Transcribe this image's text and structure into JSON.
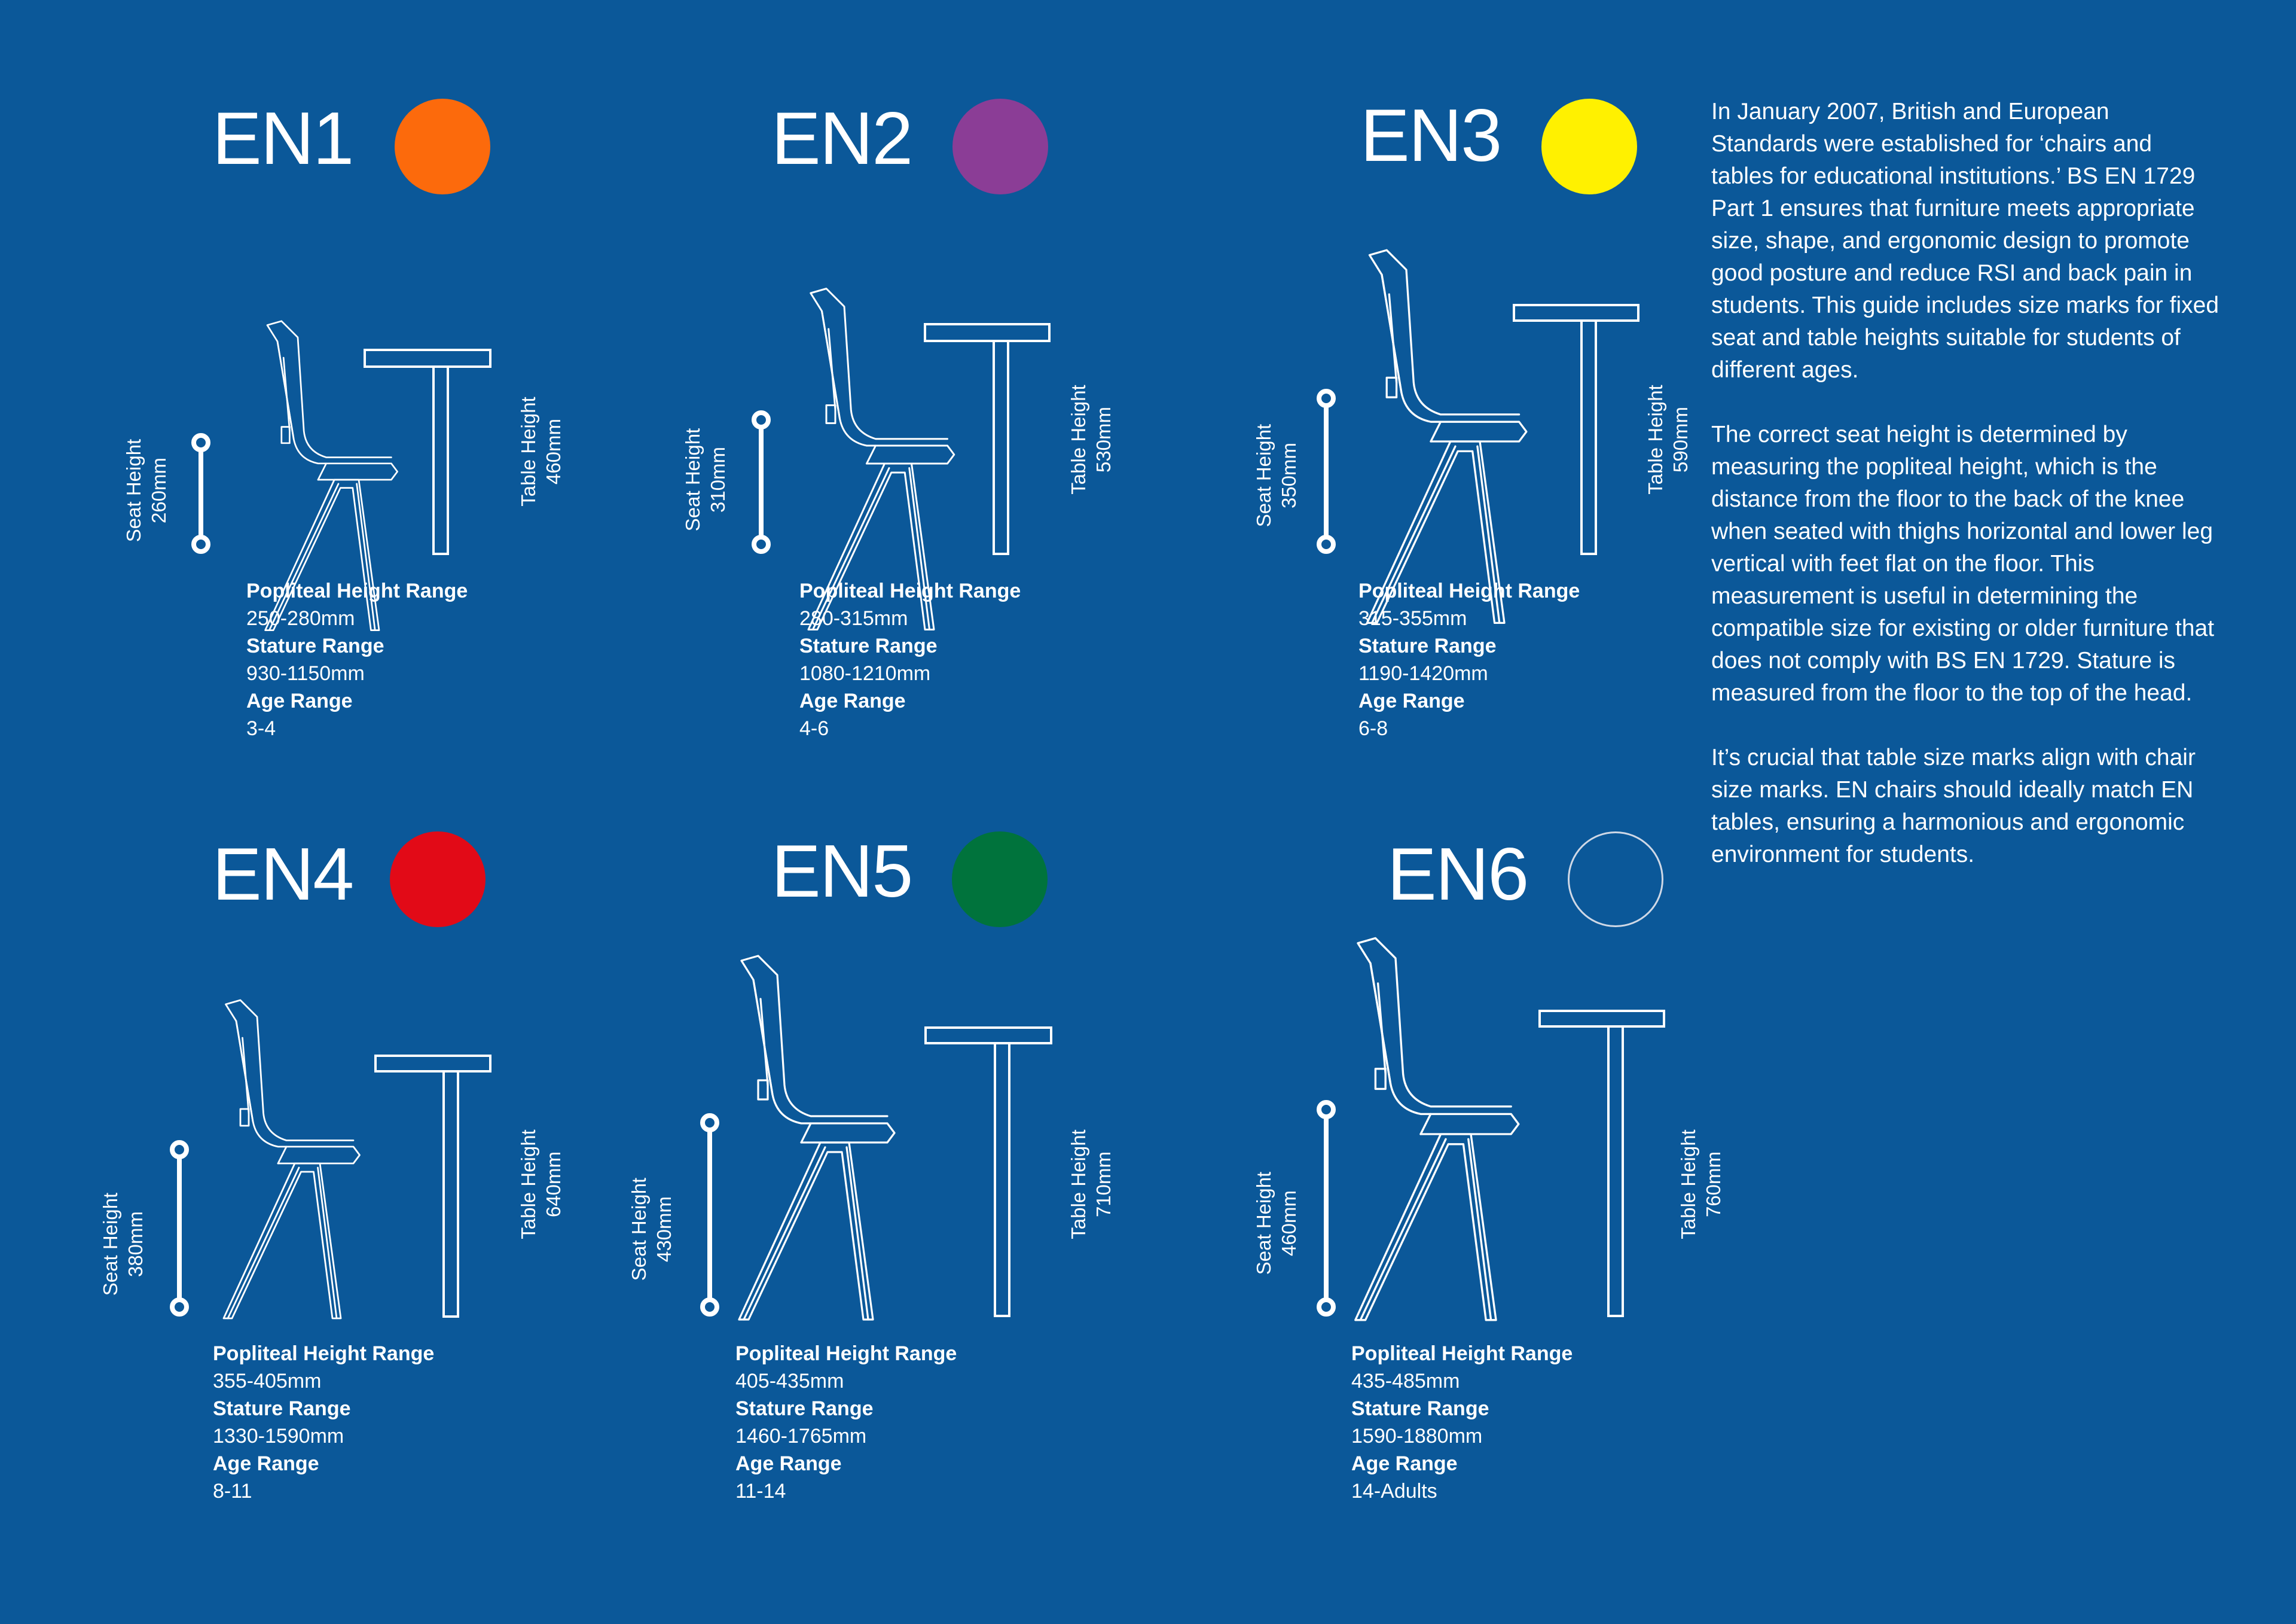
{
  "colors": {
    "background": "#0b5899",
    "en1": "#fc6a0c",
    "en2": "#8b3d96",
    "en3": "#fff100",
    "en4": "#e20a17",
    "en5": "#00733c",
    "en6": "#0b5899"
  },
  "labels": {
    "popliteal": "Popliteal Height Range",
    "stature": "Stature Range",
    "age": "Age Range",
    "seat_height": "Seat Height",
    "table_height": "Table Height"
  },
  "sizes": [
    {
      "code": "EN1",
      "color_name": "orange",
      "seat_height": "260mm",
      "table_height": "460mm",
      "popliteal": "250-280mm",
      "stature": "930-1150mm",
      "age": "3-4"
    },
    {
      "code": "EN2",
      "color_name": "purple",
      "seat_height": "310mm",
      "table_height": "530mm",
      "popliteal": "280-315mm",
      "stature": "1080-1210mm",
      "age": "4-6"
    },
    {
      "code": "EN3",
      "color_name": "yellow",
      "seat_height": "350mm",
      "table_height": "590mm",
      "popliteal": "315-355mm",
      "stature": "1190-1420mm",
      "age": "6-8"
    },
    {
      "code": "EN4",
      "color_name": "red",
      "seat_height": "380mm",
      "table_height": "640mm",
      "popliteal": "355-405mm",
      "stature": "1330-1590mm",
      "age": "8-11"
    },
    {
      "code": "EN5",
      "color_name": "green",
      "seat_height": "430mm",
      "table_height": "710mm",
      "popliteal": "405-435mm",
      "stature": "1460-1765mm",
      "age": "11-14"
    },
    {
      "code": "EN6",
      "color_name": "blue",
      "seat_height": "460mm",
      "table_height": "760mm",
      "popliteal": "435-485mm",
      "stature": "1590-1880mm",
      "age": "14-Adults"
    }
  ],
  "intro": {
    "p1": "In January 2007, British and European Standards were established for ‘chairs and tables for educational institutions.’ BS EN 1729 Part 1 ensures that furniture meets appropriate size, shape, and ergonomic design to promote good posture and reduce RSI and back pain in students. This guide includes size marks for fixed seat and table heights suitable for students of different ages.",
    "p2": "The correct seat height is determined by measuring the popliteal height, which is the distance from the floor to the back of the knee when seated with thighs horizontal and lower leg vertical with feet flat on the floor. This measurement is useful in determining the compatible size for existing or older furniture that does not comply with BS EN 1729. Stature is measured from the floor to the top of the head.",
    "p3": "It’s crucial that table size marks align with chair size marks. EN chairs should ideally match EN tables, ensuring a harmonious and ergonomic environment for students."
  }
}
